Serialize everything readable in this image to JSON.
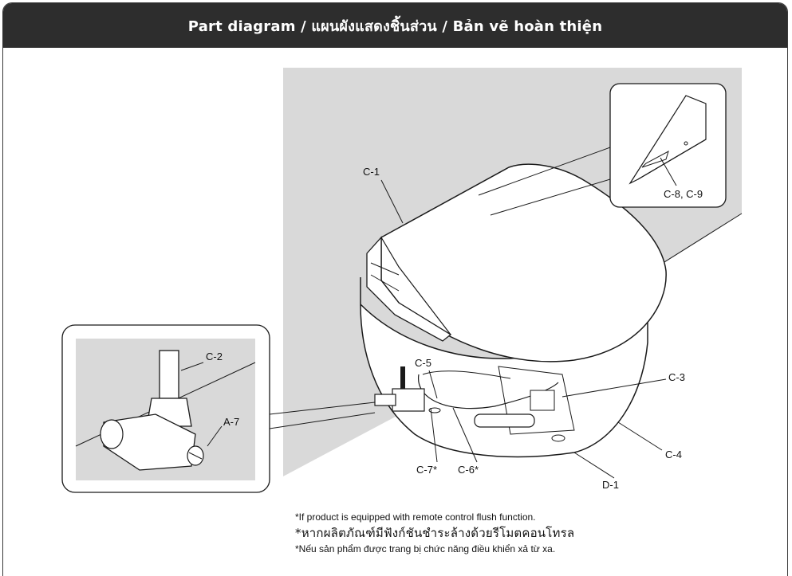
{
  "header": {
    "title": "Part diagram / แผนผังแสดงชิ้นส่วน / Bản vẽ hoàn thiện"
  },
  "labels": {
    "c1": "C-1",
    "c2": "C-2",
    "c3": "C-3",
    "c4": "C-4",
    "c5": "C-5",
    "c6": "C-6*",
    "c7": "C-7*",
    "c8_c9": "C-8, C-9",
    "a7": "A-7",
    "d1": "D-1"
  },
  "notes": {
    "english": "*If product is equipped with remote control flush function.",
    "thai": "*หากผลิตภัณฑ์มีฟังก์ชันชำระล้างด้วยรีโมตคอนโทรล",
    "vietnamese": "*Nếu sản phẩm được trang bị chức năng điều khiển xả từ xa."
  },
  "colors": {
    "header_bg": "#2d2d2d",
    "wall_gray": "#d9d9d9",
    "outline": "#1a1a1a"
  }
}
